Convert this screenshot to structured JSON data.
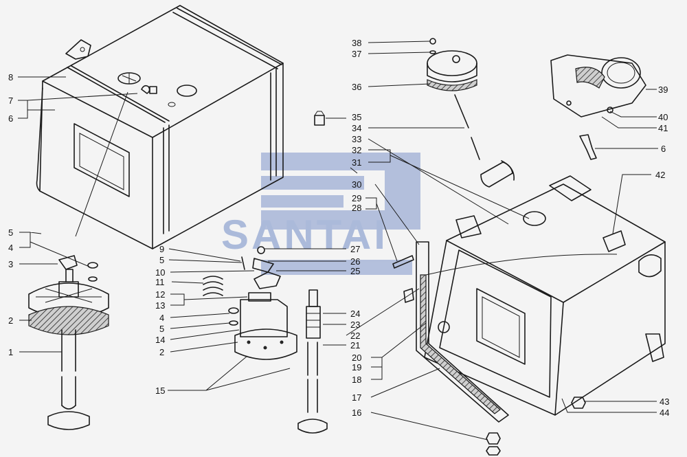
{
  "watermark": {
    "text": "SANTAI",
    "color": "#3f5a9c"
  },
  "callouts": {
    "c1": "1",
    "c2a": "2",
    "c3": "3",
    "c4a": "4",
    "c5a": "5",
    "c6a": "6",
    "c7": "7",
    "c8": "8",
    "c9": "9",
    "c5b": "5",
    "c10": "10",
    "c11": "11",
    "c12": "12",
    "c13": "13",
    "c4b": "4",
    "c5c": "5",
    "c14": "14",
    "c2b": "2",
    "c15": "15",
    "c27": "27",
    "c26": "26",
    "c25": "25",
    "c24": "24",
    "c23": "23",
    "c22": "22",
    "c21": "21",
    "c20": "20",
    "c19": "19",
    "c18": "18",
    "c17": "17",
    "c16": "16",
    "c30": "30",
    "c29": "29",
    "c28": "28",
    "c33": "33",
    "c32": "32",
    "c31": "31",
    "c34": "34",
    "c35": "35",
    "c36": "36",
    "c37": "37",
    "c38": "38",
    "c39": "39",
    "c40": "40",
    "c41": "41",
    "c6b": "6",
    "c42": "42",
    "c43": "43",
    "c44": "44"
  }
}
